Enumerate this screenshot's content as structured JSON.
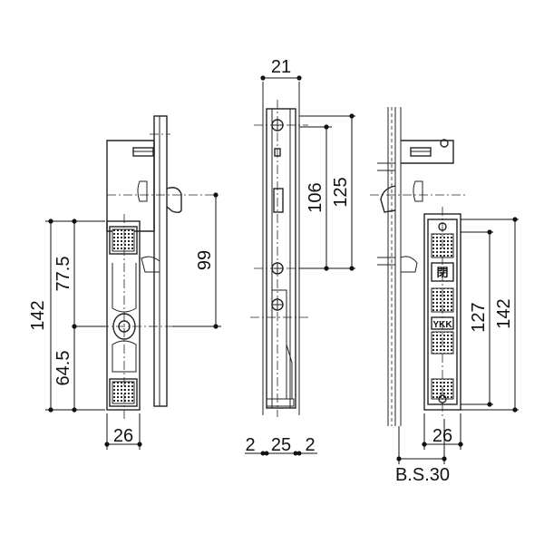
{
  "front_view": {
    "height_total": "142",
    "upper_dim": "77.5",
    "lower_dim": "64.5",
    "width": "26",
    "hook_dim": "99"
  },
  "side_view": {
    "top_width": "21",
    "dim_inner": "106",
    "dim_outer": "125",
    "bottom_left": "2",
    "bottom_mid": "25",
    "bottom_right": "2"
  },
  "back_view": {
    "dim_inner": "127",
    "dim_outer": "142",
    "width": "26",
    "backset": "B.S.30",
    "label_kanji": "閉",
    "label_brand": "YKK"
  }
}
